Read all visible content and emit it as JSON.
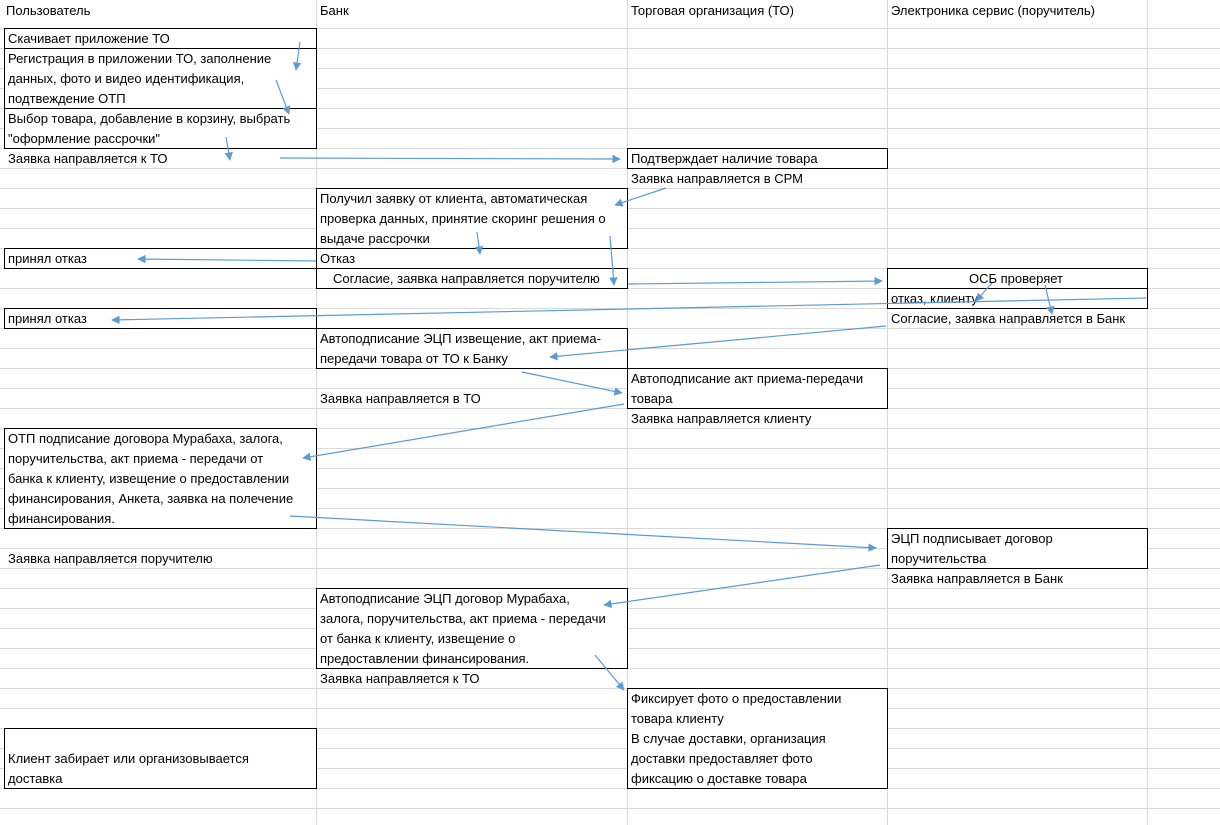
{
  "headers": {
    "user": "Пользователь",
    "bank": "Банк",
    "trade_org": "Торговая организация (ТО)",
    "guarantor": "Электроника сервис (поручитель)"
  },
  "steps": {
    "download_app": "Скачивает приложение ТО",
    "registration": "Регистрация в приложении ТО, заполнение\nданных, фото и видео идентификация,\nподтвеждение ОТП",
    "select_goods": "Выбор товара, добавление в корзину, выбрать\n\"оформление рассрочки\"",
    "request_to_to": "Заявка направляется к ТО",
    "confirms_stock": "Подтверждает наличие товара",
    "request_to_crm": "Заявка направляется в СРМ",
    "bank_received": "Получил заявку от клиента, автоматическая\nпроверка данных, принятие скоринг решения о\nвыдаче рассрочки",
    "refusal_accepted_1": "принял отказ",
    "refusal": "Отказ",
    "consent_to_guarantor": "Согласие, заявка направляется поручителю",
    "osb_checks": "ОСБ проверяет",
    "refusal_to_client": "отказ, клиенту",
    "refusal_accepted_2": "принял отказ",
    "consent_to_bank": "Согласие, заявка направляется в Банк",
    "bank_autosign": "Автоподписание ЭЦП извещение, акт приема-\nпередачи товара от ТО к Банку",
    "to_autosign": "Автоподписание акт приема-передачи\nтовара",
    "request_to_to_2": "Заявка направляется в ТО",
    "request_to_client": "Заявка направляется клиенту",
    "otp_signing": "ОТП подписание договора Мурабаха, залога,\nпоручительства, акт приема - передачи от\nбанка к клиенту, извещение о предоставлении\nфинансирования, Анкета, заявка на полечение\nфинансирования.",
    "request_to_guarantor": "Заявка направляется поручителю",
    "guarantor_signs": "ЭЦП подписывает договор\nпоручительства",
    "request_to_bank": "Заявка направляется в Банк",
    "bank_autosign_contract": "Автоподписание ЭЦП договор Мурабаха,\nзалога, поручительства, акт приема - передачи\nот банка к клиенту, извещение о\nпредоставлении финансирования.",
    "request_to_to_3": "Заявка направляется к ТО",
    "photo_fixation": "Фиксирует фото о предоставлении\nтовара клиенту",
    "delivery_photo": "В случае доставки, организация\nдоставки предоставляет фото\nфиксацию о доставке товара",
    "client_takes": "Клиент забирает или организовывается\nдоставка"
  },
  "colors": {
    "arrow": "#5b9bd5",
    "grid": "#d9d9d9",
    "border": "#000000"
  }
}
